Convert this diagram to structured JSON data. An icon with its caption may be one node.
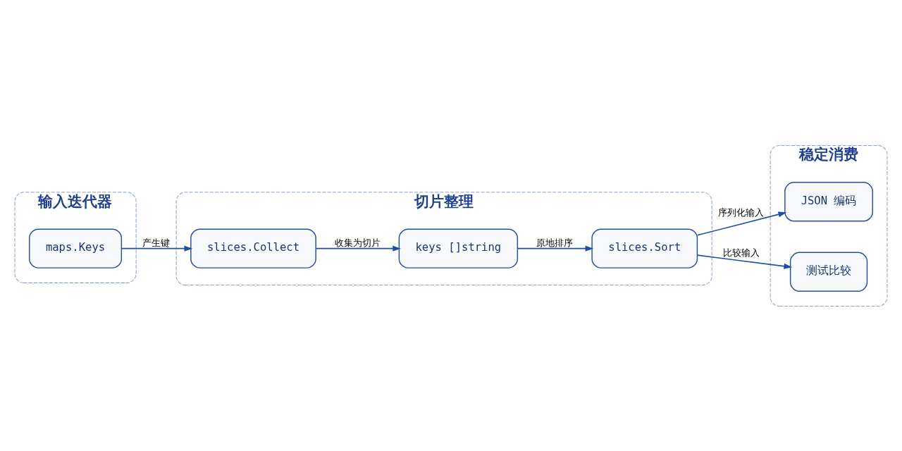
{
  "diagram": {
    "nodes": [
      {
        "text": [
          "输入迭代器"
        ]
      },
      {
        "text": [
          "maps.Keys"
        ],
        "in": 0
      },
      {
        "text": [
          "切片整理"
        ]
      },
      {
        "text": [
          "slices.Collect"
        ],
        "in": 2
      },
      {
        "text": [
          "keys []string"
        ],
        "in": 2
      },
      {
        "text": [
          "slices.Sort"
        ],
        "in": 2
      },
      {
        "text": [
          "稳定消费"
        ]
      },
      {
        "text": [
          "JSON 编码"
        ],
        "in": 6
      },
      {
        "text": [
          "测试比较"
        ],
        "in": 6
      }
    ],
    "edges": [
      {
        "from": 1,
        "to": 3,
        "arrow": "to",
        "label": "产生键"
      },
      {
        "from": 3,
        "to": 4,
        "arrow": "to",
        "label": "收集为切片"
      },
      {
        "from": 4,
        "to": 5,
        "arrow": "to",
        "label": "原地排序"
      },
      {
        "from": 5,
        "to": 7,
        "arrow": "to",
        "label": "序列化输入"
      },
      {
        "from": 5,
        "to": 8,
        "arrow": "to",
        "label": "比较输入"
      }
    ]
  }
}
